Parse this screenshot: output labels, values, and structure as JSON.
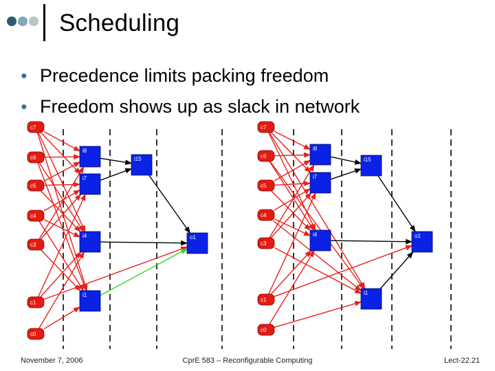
{
  "title": "Scheduling",
  "bullets": [
    "Precedence limits packing freedom",
    "Freedom shows up as slack in network"
  ],
  "footer": {
    "date": "November 7, 2006",
    "course": "CprE 583 – Reconfigurable Computing",
    "page": "Lect-22.21"
  },
  "diagrams": [
    {
      "nodes": [
        {
          "id": "c7",
          "label": "c7",
          "kind": "const"
        },
        {
          "id": "c6",
          "label": "c6",
          "kind": "const"
        },
        {
          "id": "c5",
          "label": "c5",
          "kind": "const"
        },
        {
          "id": "c4",
          "label": "c4",
          "kind": "const"
        },
        {
          "id": "c3",
          "label": "c3",
          "kind": "const"
        },
        {
          "id": "c1",
          "label": "c1",
          "kind": "const"
        },
        {
          "id": "c0",
          "label": "c0",
          "kind": "const"
        },
        {
          "id": "i8",
          "label": "i8",
          "kind": "op"
        },
        {
          "id": "i7",
          "label": "i7",
          "kind": "op"
        },
        {
          "id": "i4",
          "label": "i4",
          "kind": "op"
        },
        {
          "id": "i1",
          "label": "i1",
          "kind": "op"
        },
        {
          "id": "i15",
          "label": "i15",
          "kind": "op"
        },
        {
          "id": "o1",
          "label": "o1",
          "kind": "op"
        }
      ]
    },
    {
      "nodes": [
        {
          "id": "c7",
          "label": "c7",
          "kind": "const"
        },
        {
          "id": "c6",
          "label": "c6",
          "kind": "const"
        },
        {
          "id": "c5",
          "label": "c5",
          "kind": "const"
        },
        {
          "id": "c4",
          "label": "c4",
          "kind": "const"
        },
        {
          "id": "c3",
          "label": "c3",
          "kind": "const"
        },
        {
          "id": "c1",
          "label": "c1",
          "kind": "const"
        },
        {
          "id": "c0",
          "label": "c0",
          "kind": "const"
        },
        {
          "id": "i8",
          "label": "i8",
          "kind": "op"
        },
        {
          "id": "i7",
          "label": "i7",
          "kind": "op"
        },
        {
          "id": "i4",
          "label": "i4",
          "kind": "op"
        },
        {
          "id": "i1",
          "label": "i1",
          "kind": "op"
        },
        {
          "id": "i15",
          "label": "i15",
          "kind": "op"
        },
        {
          "id": "o1",
          "label": "o1",
          "kind": "op"
        }
      ]
    }
  ],
  "edges": [
    {
      "from": "c7",
      "to": "i8",
      "color": "red"
    },
    {
      "from": "c7",
      "to": "i7",
      "color": "red"
    },
    {
      "from": "c7",
      "to": "i4",
      "color": "red"
    },
    {
      "from": "c7",
      "to": "i1",
      "color": "red"
    },
    {
      "from": "c6",
      "to": "i8",
      "color": "red"
    },
    {
      "from": "c6",
      "to": "i4",
      "color": "red"
    },
    {
      "from": "c6",
      "to": "i1",
      "color": "red"
    },
    {
      "from": "c5",
      "to": "i8",
      "color": "red"
    },
    {
      "from": "c5",
      "to": "i7",
      "color": "red"
    },
    {
      "from": "c5",
      "to": "i4",
      "color": "red"
    },
    {
      "from": "c4",
      "to": "i7",
      "color": "red"
    },
    {
      "from": "c4",
      "to": "i4",
      "color": "red"
    },
    {
      "from": "c4",
      "to": "i1",
      "color": "red"
    },
    {
      "from": "c3",
      "to": "i8",
      "color": "red"
    },
    {
      "from": "c3",
      "to": "i7",
      "color": "red"
    },
    {
      "from": "c3",
      "to": "i1",
      "color": "red"
    },
    {
      "from": "c1",
      "to": "i7",
      "color": "red"
    },
    {
      "from": "c1",
      "to": "i4",
      "color": "red"
    },
    {
      "from": "c1",
      "to": "o1",
      "color": "red"
    },
    {
      "from": "c0",
      "to": "i4",
      "color": "red"
    },
    {
      "from": "c0",
      "to": "i1",
      "color": "red"
    },
    {
      "from": "i8",
      "to": "i15",
      "color": "black"
    },
    {
      "from": "i7",
      "to": "i15",
      "color": "black"
    },
    {
      "from": "i15",
      "to": "o1",
      "color": "black"
    },
    {
      "from": "i4",
      "to": "o1",
      "color": "black"
    },
    {
      "from": "i1",
      "to": "o1",
      "color": "green",
      "diagram": 0
    },
    {
      "from": "i1",
      "to": "o1",
      "color": "black",
      "diagram": 1
    }
  ],
  "colors": {
    "red": "#e8201c",
    "green": "#35d52a",
    "black": "#000000",
    "const_fill": "#e31b13",
    "op_fill": "#0a21e6",
    "divider": "#000000",
    "bullet": "#3f6f8a"
  }
}
